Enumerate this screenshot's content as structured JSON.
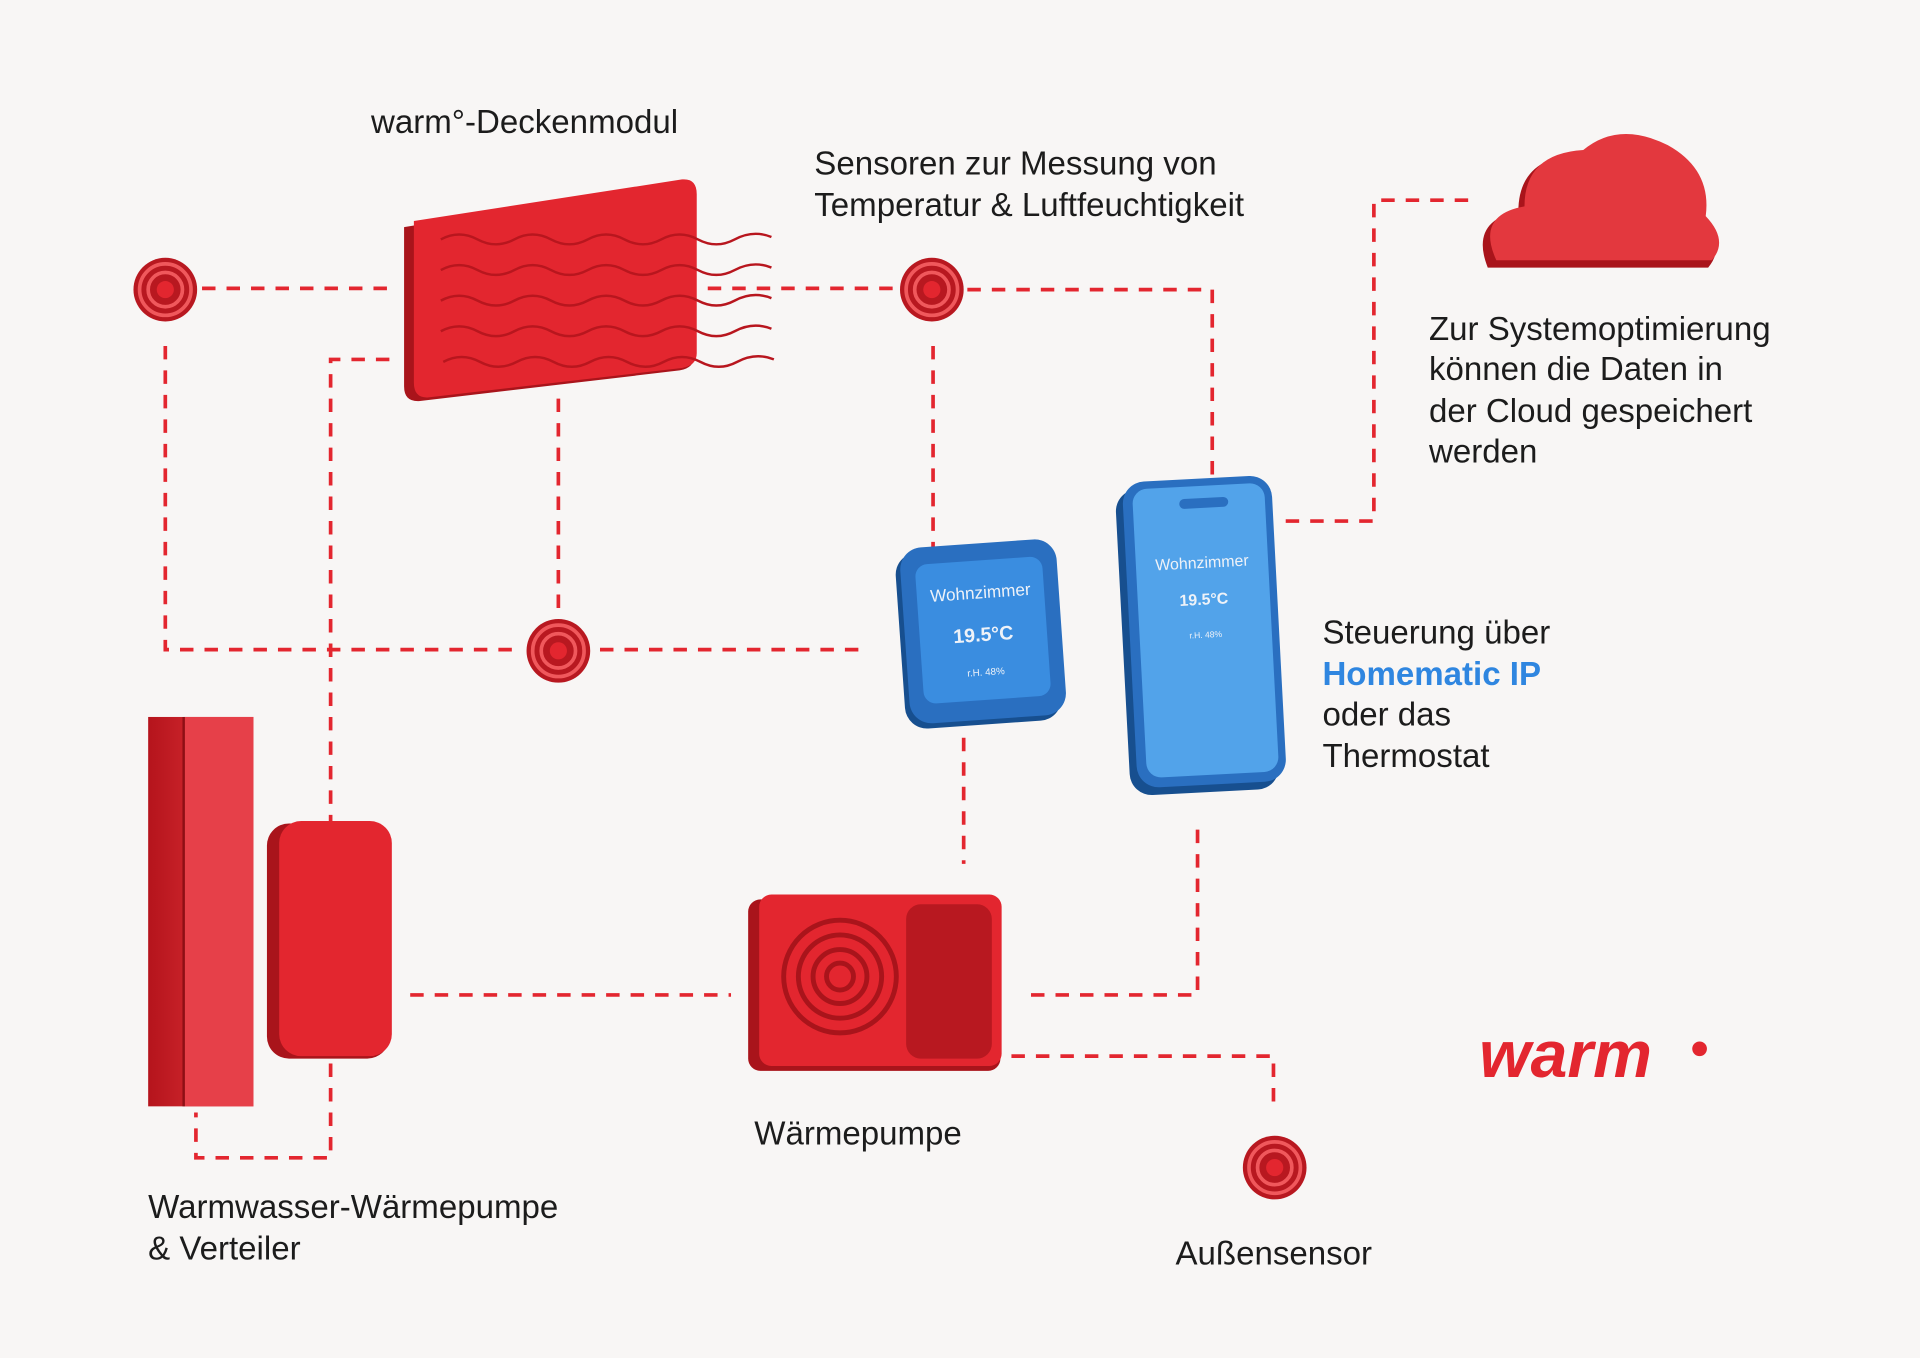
{
  "labels": {
    "ceiling_module": "warm°-Deckenmodul",
    "sensors_line1": "Sensoren zur Messung von",
    "sensors_line2": "Temperatur & Luftfeuchtigkeit",
    "cloud_line1": "Zur Systemoptimierung",
    "cloud_line2": "können die Daten in",
    "cloud_line3": "der Cloud gespeichert",
    "cloud_line4": "werden",
    "control_line1": "Steuerung über",
    "control_highlight": "Homematic IP",
    "control_line3": "oder das",
    "control_line4": "Thermostat",
    "heat_pump": "Wärmepumpe",
    "hot_water_line1": "Warmwasser-Wärmepumpe",
    "hot_water_line2": "& Verteiler",
    "outdoor_sensor": "Außensensor"
  },
  "thermostat": {
    "room": "Wohnzimmer",
    "temperature": "19.5°C",
    "humidity": "r.H. 48%"
  },
  "phone": {
    "room": "Wohnzimmer",
    "temperature": "19.5°C",
    "humidity": "r.H. 48%"
  },
  "logo": {
    "text": "warm"
  },
  "colors": {
    "accent_red": "#e3262f",
    "device_blue": "#3a8de0",
    "highlight_blue": "#2f86e0",
    "background": "#f8f6f5"
  }
}
